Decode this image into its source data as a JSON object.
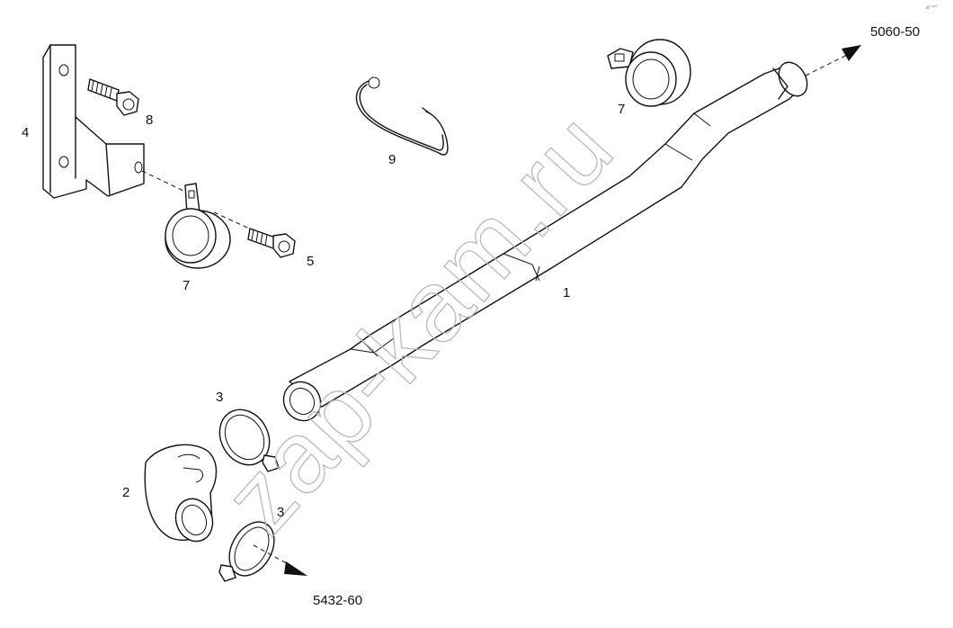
{
  "corner_mark": "a° °°°",
  "watermark": "zap-kam.ru",
  "references": {
    "upper_right": "5060-50",
    "lower_left": "5432-60"
  },
  "callouts": {
    "pipe": "1",
    "hose": "2",
    "clamp_upper": "3",
    "clamp_lower": "3",
    "bracket": "4",
    "bolt_clamp": "5",
    "clamp_left": "7",
    "clamp_right": "7",
    "bolt_bracket": "8",
    "spring_clip": "9"
  }
}
